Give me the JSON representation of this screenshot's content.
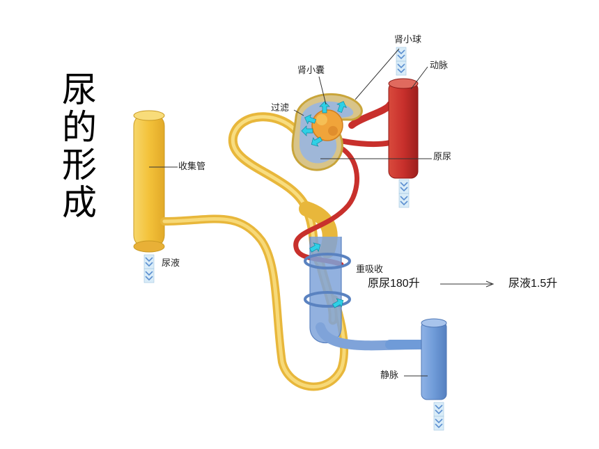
{
  "title": "尿的形成",
  "labels": {
    "glomerulus": "肾小球",
    "capsule": "肾小囊",
    "artery": "动脉",
    "filtration": "过滤",
    "primary_urine": "原尿",
    "collecting_duct": "收集管",
    "urine": "尿液",
    "reabsorption": "重吸收",
    "vein": "静脉"
  },
  "summary": {
    "from": "原尿180升",
    "to": "尿液1.5升"
  },
  "colors": {
    "duct_yellow": "#f3c23a",
    "artery_red": "#c8302c",
    "vein_blue": "#6f9bd8",
    "capsule_blue": "#9fb7d8",
    "arrow_cyan": "#2fd0e6"
  }
}
